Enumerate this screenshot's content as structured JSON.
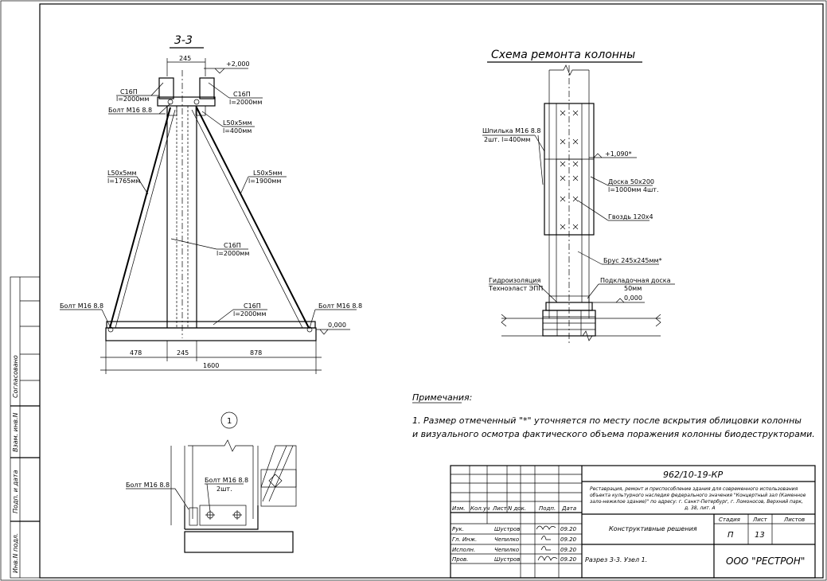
{
  "section_title": "3-3",
  "scheme_title": "Схема ремонта колонны",
  "node_number": "1",
  "section": {
    "dim_245_top": "245",
    "elev_top": "+2,000",
    "c16p_left_label": "С16П",
    "c16p_left_len": "l=2000мм",
    "c16p_right_label": "С16П",
    "c16p_right_len": "l=2000мм",
    "bolt_top": "Болт М16 8.8",
    "angle_small": "L50x5мм",
    "angle_small_len": "l=400мм",
    "brace_left": "L50x5мм",
    "brace_left_len": "l=1765мм",
    "brace_right": "L50x5мм",
    "brace_right_len": "l=1900мм",
    "c16p_mid": "С16П",
    "c16p_mid_len": "l=2000мм",
    "bolt_left": "Болт М16 8.8",
    "bolt_right": "Болт М16 8.8",
    "c16p_bottom": "С16П",
    "c16p_bottom_len": "l=2000мм",
    "elev_zero": "0,000",
    "dim_478": "478",
    "dim_245_bottom": "245",
    "dim_878": "878",
    "dim_1600": "1600"
  },
  "scheme": {
    "stud": "Шпилька М16 8.8",
    "stud_qty": "2шт. l=400мм",
    "elev_1090": "+1,090*",
    "board": "Доска 50х200",
    "board_qty": "l=1000мм 4шт.",
    "nail": "Гвоздь 120х4",
    "beam": "Брус 245х245мм*",
    "waterproof": "Гидроизоляция",
    "waterproof_brand": "Техноэласт ЭПП",
    "pad": "Подкладочная доска",
    "pad_size": "50мм",
    "elev_zero": "0,000"
  },
  "node": {
    "bolt_left": "Болт М16 8.8",
    "bolt_inner": "Болт М16 8.8",
    "bolt_inner_qty": "2шт."
  },
  "notes": {
    "heading": "Примечания:",
    "line1": "1. Размер отмеченный \"*\" уточняется по месту после вскрытия облицовки колонны",
    "line2": "и визуального осмотра фактического объема поражения колонны биодеструкторами."
  },
  "side_stamp": {
    "agreed": "Согласовано",
    "replace_inv": "Взам. инв.N",
    "sign_date": "Подп. и дата",
    "inv_orig": "Инв.N подл."
  },
  "title_block": {
    "doc_code": "962/10-19-КР",
    "project_line1": "Реставрация, ремонт и приспособление здания для современного использования",
    "project_line2": "объекта культурного наследия федерального значения \"Концертный зал (Каменное",
    "project_line3": "зало-нежилое здание)\" по адресу: г. Санкт-Петербург, г. Ломоносов, Верхний парк,",
    "project_line4": "д. 38, лит. А",
    "col_headers": [
      "Изм.",
      "Кол.уч",
      "Лист",
      "N док.",
      "Подп.",
      "Дата"
    ],
    "roles": [
      {
        "role": "Рук.",
        "name": "Шустров",
        "date": "09.20"
      },
      {
        "role": "Гл. Инж.",
        "name": "Чепилко",
        "date": "09.20"
      },
      {
        "role": "Исполн.",
        "name": "Чепилко",
        "date": "09.20"
      },
      {
        "role": "Пров.",
        "name": "Шустров",
        "date": "09.20"
      }
    ],
    "section_name": "Конструктивные решения",
    "stage_label": "Стадия",
    "sheet_label": "Лист",
    "sheets_label": "Листов",
    "stage_value": "П",
    "sheet_value": "13",
    "sheets_value": "",
    "drawing_name": "Разрез 3-3. Узел 1.",
    "company": "ООО \"РЕСТРОН\""
  }
}
